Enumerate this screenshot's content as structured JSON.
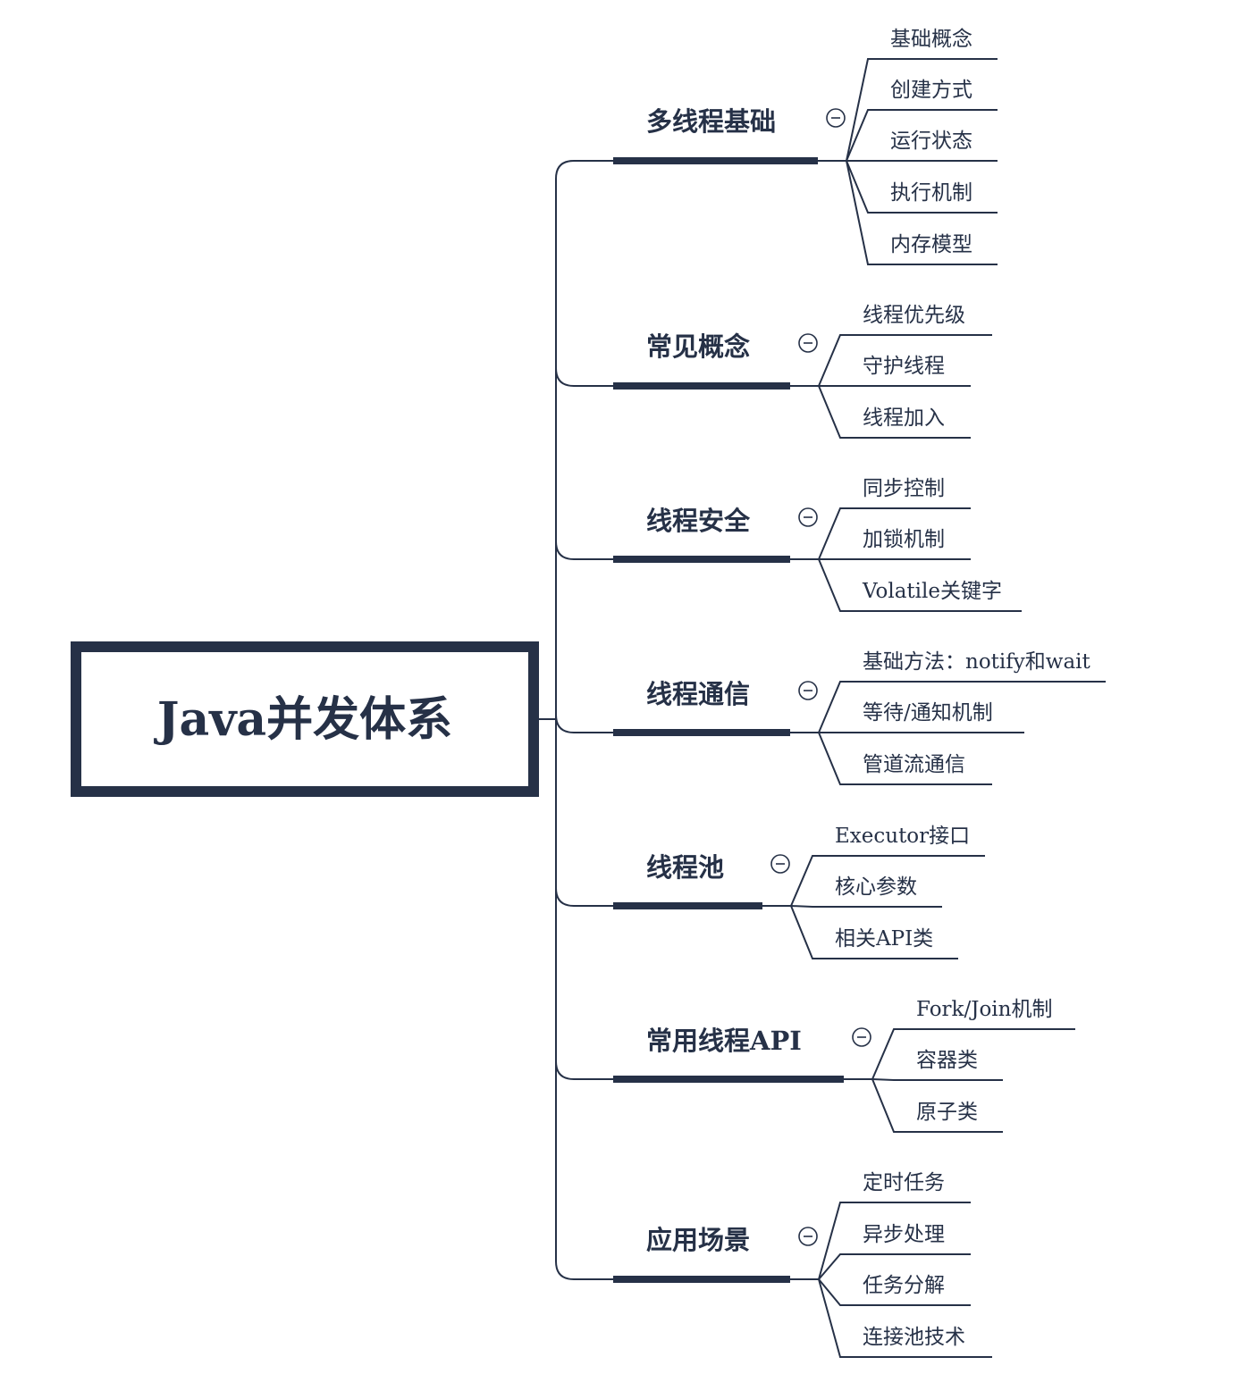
{
  "colors": {
    "ink": "#263147",
    "background": "#ffffff"
  },
  "icons": {
    "collapse": "collapse-minus-icon"
  },
  "root": {
    "label": "Java并发体系"
  },
  "branches": [
    {
      "label": "多线程基础",
      "children": [
        "基础概念",
        "创建方式",
        "运行状态",
        "执行机制",
        "内存模型"
      ]
    },
    {
      "label": "常见概念",
      "children": [
        "线程优先级",
        "守护线程",
        "线程加入"
      ]
    },
    {
      "label": "线程安全",
      "children": [
        "同步控制",
        "加锁机制",
        "Volatile关键字"
      ]
    },
    {
      "label": "线程通信",
      "children": [
        "基础方法：notify和wait",
        "等待/通知机制",
        "管道流通信"
      ]
    },
    {
      "label": "线程池",
      "children": [
        "Executor接口",
        "核心参数",
        "相关API类"
      ]
    },
    {
      "label": "常用线程API",
      "children": [
        "Fork/Join机制",
        "容器类",
        "原子类"
      ]
    },
    {
      "label": "应用场景",
      "children": [
        "定时任务",
        "异步处理",
        "任务分解",
        "连接池技术"
      ]
    }
  ]
}
